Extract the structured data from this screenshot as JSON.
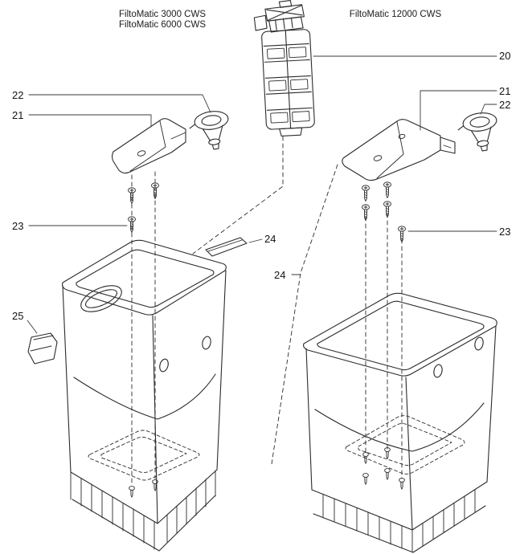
{
  "diagram": {
    "background": "#ffffff",
    "line_color": "#2b2b2b",
    "titles": {
      "left_line1": "FiltoMatic 3000 CWS",
      "left_line2": "FiltoMatic 6000 CWS",
      "right": "FiltoMatic 12000 CWS"
    },
    "callouts": {
      "cartridge": "20",
      "left": {
        "lid": "21",
        "funnel": "22",
        "screws": "23",
        "strip": "24",
        "bracket": "25"
      },
      "right": {
        "lid": "21",
        "funnel": "22",
        "screws": "23",
        "strip": "24"
      }
    }
  }
}
